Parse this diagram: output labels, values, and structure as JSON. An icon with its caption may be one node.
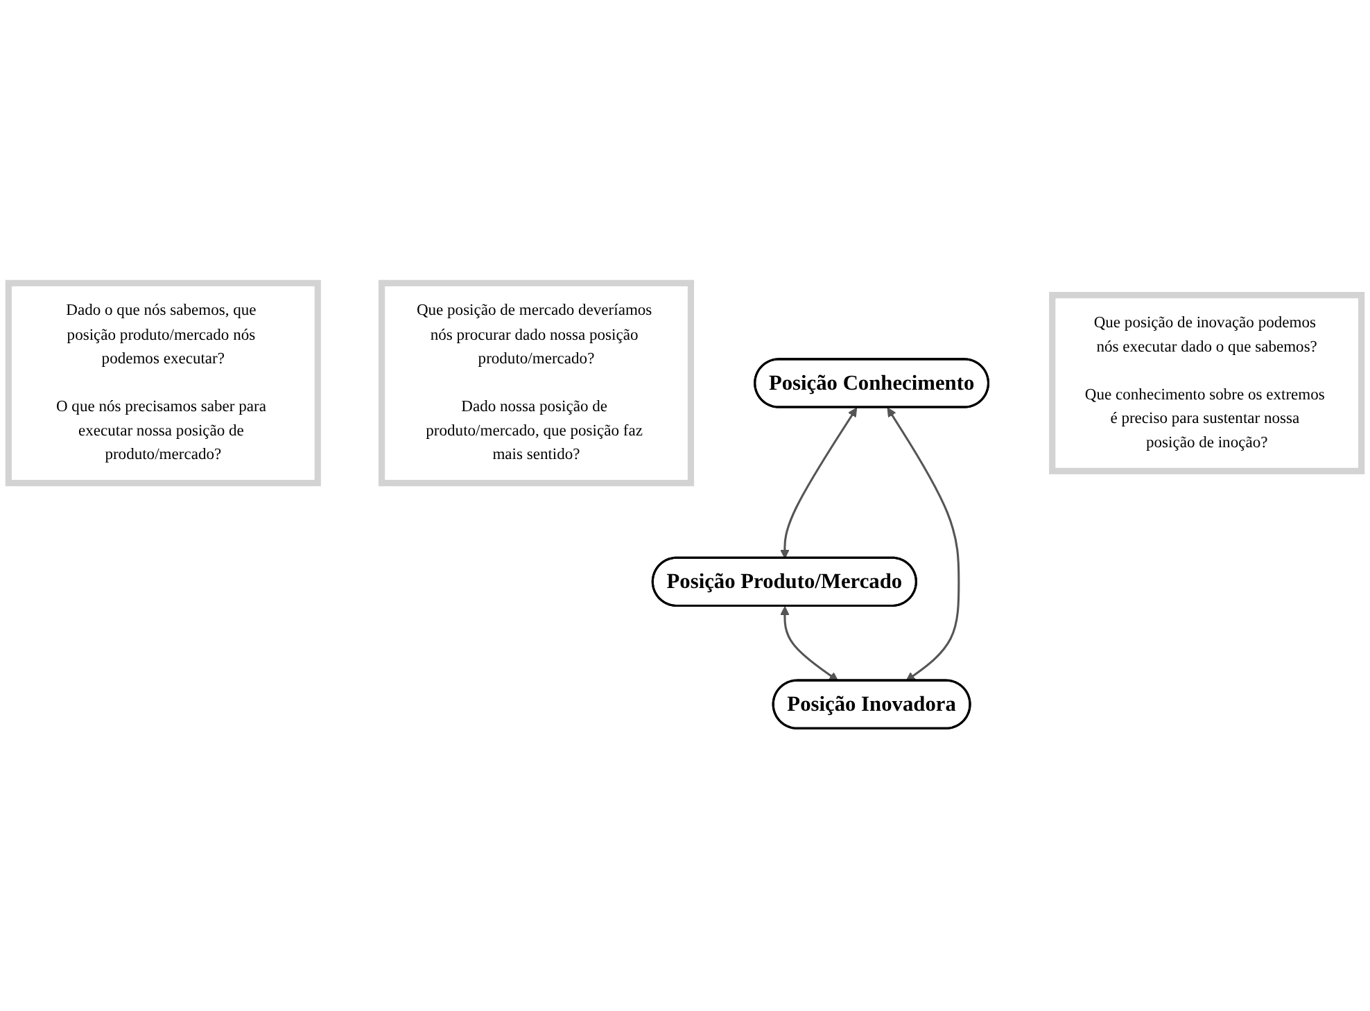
{
  "diagram": {
    "nodes": [
      {
        "text": [
          "Dado o que nós sabemos, que posição produto/mercado nós podemos executar?",
          "O que nós precisamos saber para executar nossa posição de produto/mercado?"
        ]
      },
      {
        "text": [
          "Posição Produto/Mercado"
        ]
      },
      {
        "text": [
          "Que posição de mercado deveríamos nós procurar dado nossa posição produto/mercado?",
          "Dado nossa posição de produto/mercado, que posição faz mais sentido?"
        ]
      },
      {
        "text": [
          "Posição Conhecimento"
        ]
      },
      {
        "text": [
          "Posição Inovadora"
        ]
      },
      {
        "text": [
          "Que posição de inovação podemos nós executar dado o que sabemos?",
          "Que conhecimento sobre os extremos é preciso para sustentar nossa posição de inoção?"
        ]
      }
    ],
    "edges": [
      {
        "from": 3,
        "to": 1,
        "arrow": "both"
      },
      {
        "from": 1,
        "to": 4,
        "arrow": "both"
      },
      {
        "from": 3,
        "to": 4,
        "arrow": "both"
      }
    ]
  }
}
